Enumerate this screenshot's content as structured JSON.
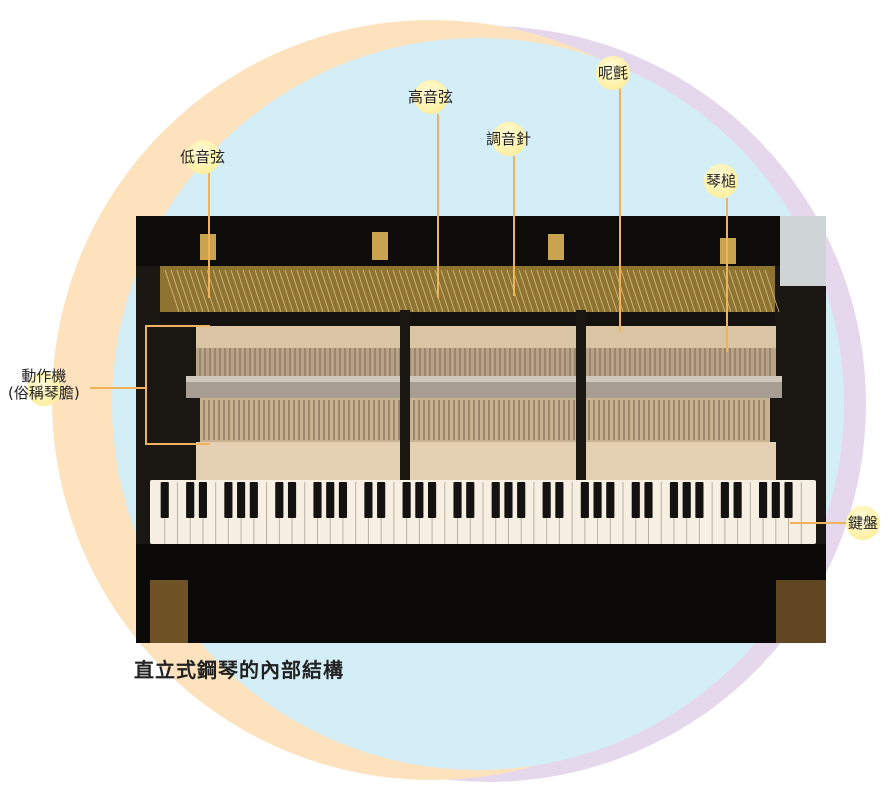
{
  "labels": {
    "bass_strings": "低音弦",
    "treble_strings": "高音弦",
    "tuning_pins": "調音針",
    "damper": "呢氈",
    "hammer": "琴槌",
    "action_line1": "動作機",
    "action_line2": "(俗稱琴膽)",
    "keyboard": "鍵盤"
  },
  "caption": "直立式鋼琴的內部結構",
  "colors": {
    "circle_sky": "#d4eef7",
    "ring_peach": "#fde2bd",
    "ring_lavender": "#e6d8ec",
    "leader_line": "#f2b25c",
    "bubble": "#fff2a8"
  },
  "piano": {
    "white_keys": 52
  }
}
